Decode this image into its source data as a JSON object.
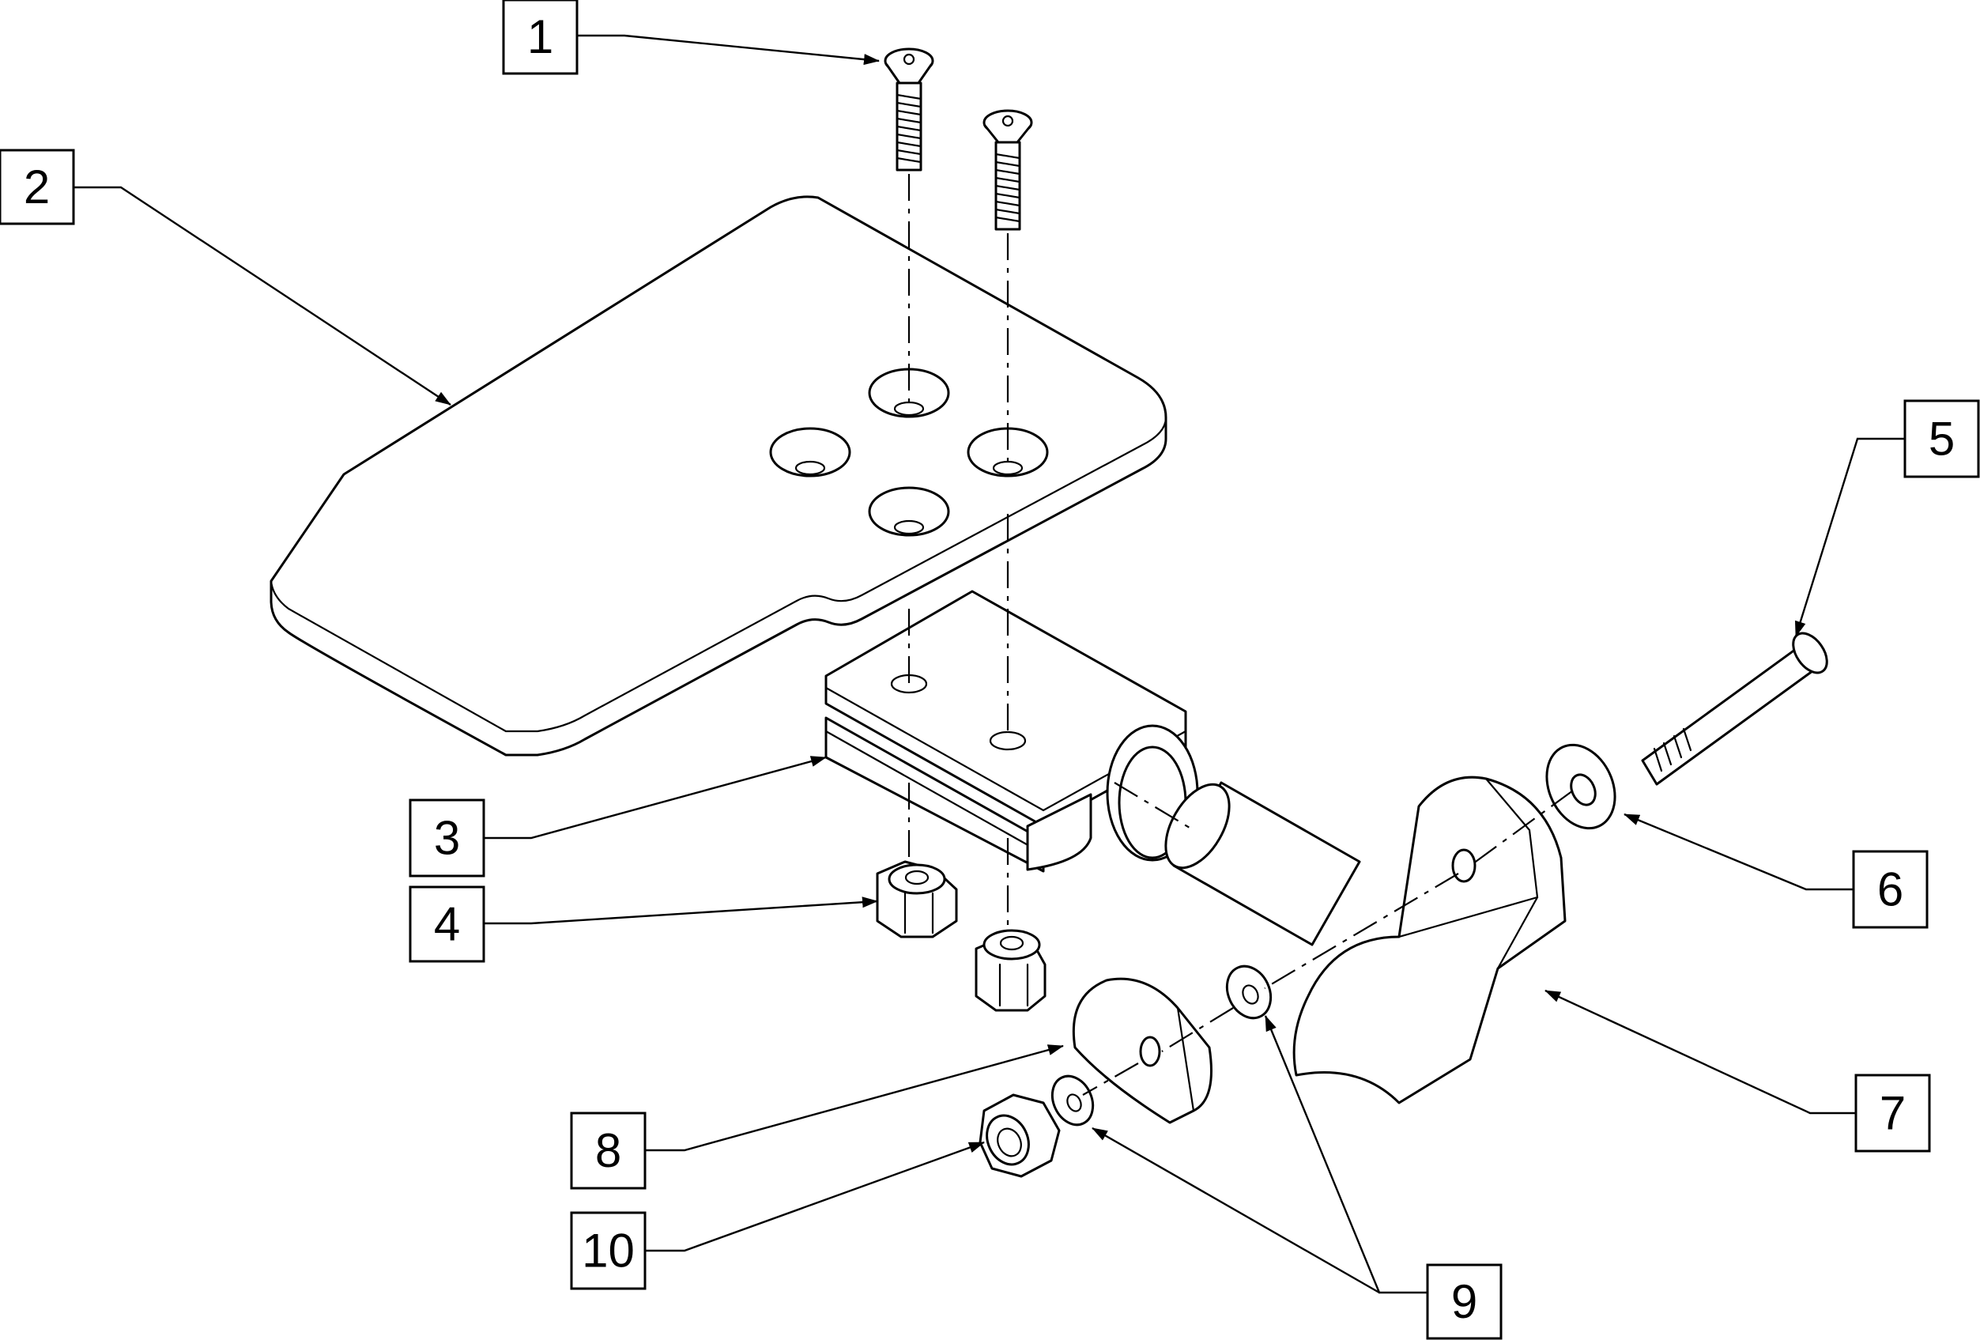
{
  "callouts": [
    "1",
    "2",
    "3",
    "4",
    "5",
    "6",
    "7",
    "8",
    "9",
    "10"
  ],
  "colors": {
    "line": "#000000",
    "background": "#ffffff"
  }
}
